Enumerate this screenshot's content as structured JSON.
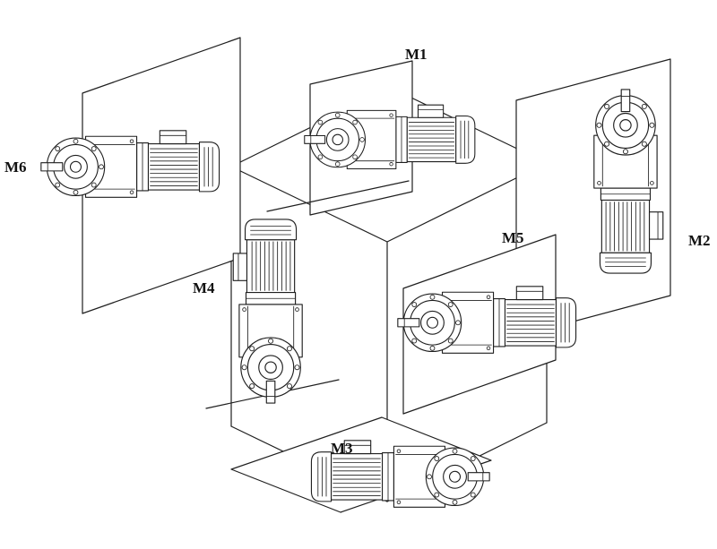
{
  "colors": {
    "line": "#1f1f1f",
    "background": "#ffffff"
  },
  "positions": {
    "m1": {
      "label": "M1"
    },
    "m2": {
      "label": "M2"
    },
    "m3": {
      "label": "M3"
    },
    "m4": {
      "label": "M4"
    },
    "m5": {
      "label": "M5"
    },
    "m6": {
      "label": "M6"
    }
  }
}
